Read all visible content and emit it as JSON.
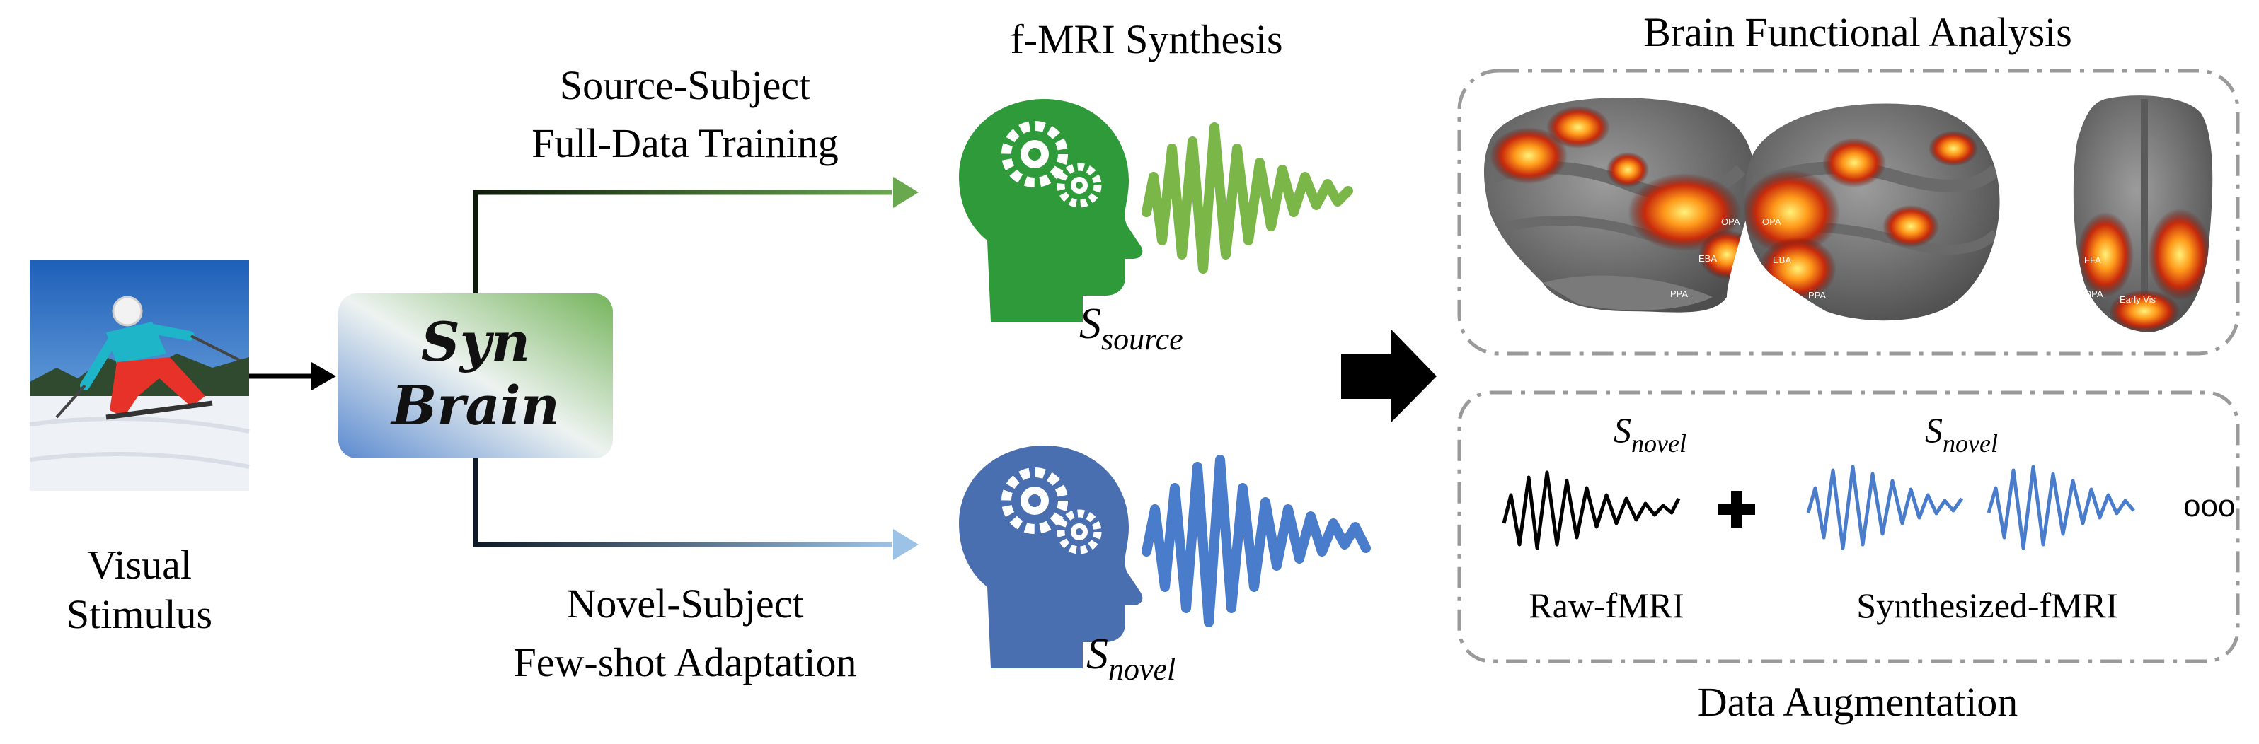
{
  "visual_stimulus": {
    "line1": "Visual",
    "line2": "Stimulus"
  },
  "model": {
    "line1": "Syn",
    "line2": "Brain"
  },
  "source_path": {
    "line1": "Source-Subject",
    "line2": "Full-Data Training"
  },
  "novel_path": {
    "line1": "Novel-Subject",
    "line2": "Few-shot Adaptation"
  },
  "synthesis": {
    "title": "f-MRI Synthesis",
    "source_label": {
      "base": "S",
      "sub": "source"
    },
    "novel_label": {
      "base": "S",
      "sub": "novel"
    }
  },
  "analysis": {
    "title": "Brain Functional Analysis",
    "roi_labels": [
      "OPA",
      "OPA",
      "EBA",
      "EBA",
      "PPA",
      "PPA",
      "FFA",
      "OPA",
      "Early Vis"
    ]
  },
  "augmentation": {
    "title": "Data Augmentation",
    "raw_label": "Raw-fMRI",
    "synth_label": "Synthesized-fMRI",
    "novel_label_1": {
      "base": "S",
      "sub": "novel"
    },
    "novel_label_2": {
      "base": "S",
      "sub": "novel"
    },
    "plus": "+",
    "ellipsis": "ooo"
  },
  "colors": {
    "green": "#2f9a3a",
    "green_wave": "#7ab648",
    "blue": "#4a6fb0",
    "blue_wave": "#4a7ccc",
    "dash_border": "#9a9a9a",
    "arrow": "#000000"
  }
}
